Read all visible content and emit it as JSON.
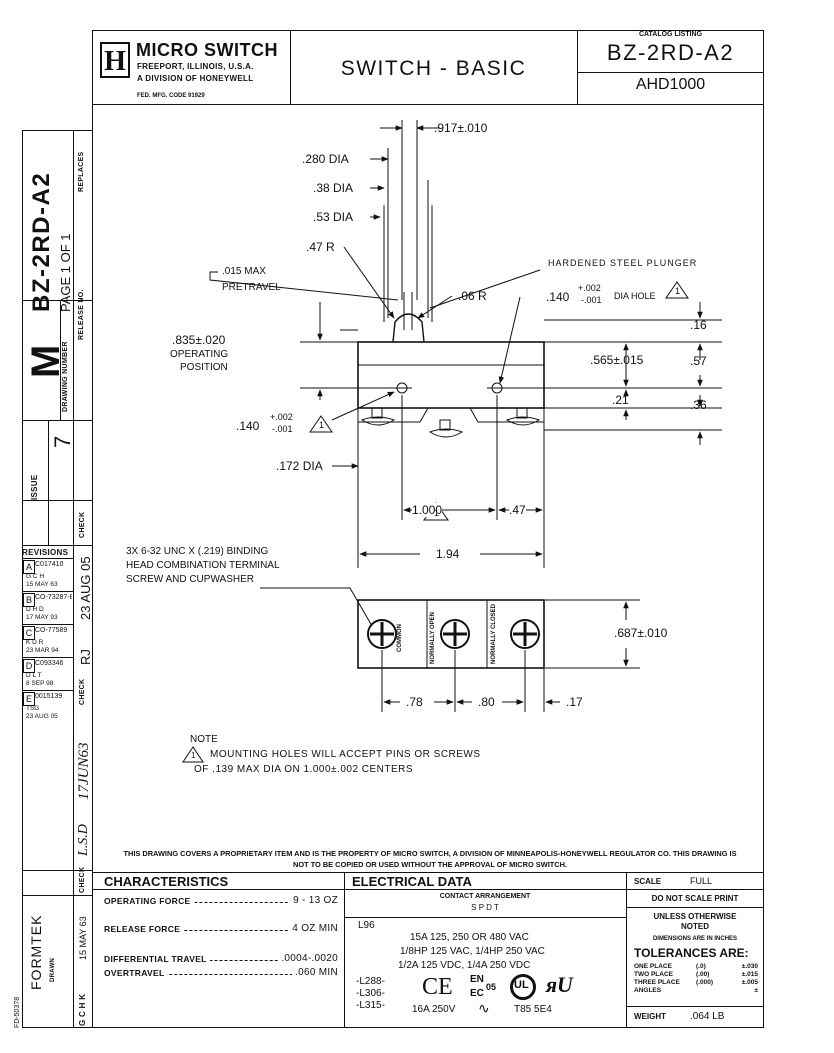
{
  "title_block": {
    "company": "MICRO SWITCH",
    "company_line1": "FREEPORT, ILLINOIS, U.S.A.",
    "company_line2": "A DIVISION OF HONEYWELL",
    "fed_code": "FED. MFG. CODE 91929",
    "logo_letter": "H",
    "product": "SWITCH - BASIC",
    "catalog_label": "CATALOG LISTING",
    "catalog_number": "BZ-2RD-A2",
    "part_number": "AHD1000"
  },
  "left_strip": {
    "drawing_id": "BZ-2RD-A2",
    "page": "PAGE 1 OF 1",
    "replaces": "REPLACES",
    "release_no": "RELEASE NO.",
    "drawing_number": "DRAWING NUMBER",
    "m_letter": "M",
    "issue": "ISSUE",
    "issue_num": "7",
    "check": "CHECK",
    "revisions": "REVISIONS",
    "date1": "23 AUG 05",
    "initials": "RJ",
    "date2": "17JUN63",
    "drawn_init": "L.S.D",
    "formtek": "FORMTEK",
    "form_no": "FD-50378",
    "drawn_label": "DRAWN",
    "check2": "CHECK",
    "drawn_date": "15 MAY 63",
    "gchk": "G C H K",
    "revs": [
      {
        "letter": "A",
        "code": "C017410",
        "note": "G C H\n15 MAY 63"
      },
      {
        "letter": "B",
        "code": "CO-73287-B",
        "note": "D H D\n17 MAY 93"
      },
      {
        "letter": "C",
        "code": "CO-77589",
        "note": "K D R\n23 MAR 94"
      },
      {
        "letter": "D",
        "code": "C093346",
        "note": "D L T\n8 SEP 98"
      },
      {
        "letter": "E",
        "code": "0015139",
        "note": "TSG\n23 AUG 05"
      }
    ]
  },
  "dims": {
    "d917": ".917±.010",
    "d280": ".280 DIA",
    "d38": ".38 DIA",
    "d53": ".53 DIA",
    "d47r": ".47 R",
    "plunger": "HARDENED STEEL PLUNGER",
    "pretravel1": ".015 MAX",
    "pretravel2": "PRETRAVEL",
    "d06r": ".06 R",
    "hole": ".140",
    "hole_tol_top": "+.002",
    "hole_tol_bot": "-.001",
    "hole_suffix": "DIA HOLE",
    "op1": ".835±.020",
    "op2": "OPERATING",
    "op3": "POSITION",
    "d16": ".16",
    "d565": ".565±.015",
    "d57": ".57",
    "d21": ".21",
    "d36": ".36",
    "d140b": ".140",
    "d140b_top": "+.002",
    "d140b_bot": "-.001",
    "d172": ".172 DIA",
    "d1000": "1.000",
    "d47": ".47",
    "screw1": "3X 6-32 UNC X (.219) BINDING",
    "screw2": "HEAD COMBINATION TERMINAL",
    "screw3": "SCREW AND CUPWASHER",
    "d194": "1.94",
    "d687": ".687±.010",
    "d78": ".78",
    "d80": ".80",
    "d17": ".17",
    "common": "COMMON",
    "nopen": "NORMALLY OPEN",
    "nclosed": "NORMALLY CLOSED",
    "note_title": "NOTE",
    "note1": "MOUNTING HOLES WILL ACCEPT PINS OR SCREWS",
    "note2": "OF .139 MAX DIA ON 1.000±.002 CENTERS",
    "triangle_num": "1"
  },
  "proprietary": "THIS DRAWING COVERS A PROPRIETARY ITEM AND IS THE PROPERTY OF MICRO SWITCH, A DIVISION OF MINNEAPOLIS-HONEYWELL REGULATOR CO. THIS DRAWING IS NOT TO BE COPIED OR USED WITHOUT THE APPROVAL OF MICRO SWITCH.",
  "characteristics": {
    "title": "CHARACTERISTICS",
    "rows": [
      {
        "label": "OPERATING FORCE",
        "value": "9 - 13 OZ"
      },
      {
        "label": "RELEASE FORCE",
        "value": "4 OZ MIN"
      },
      {
        "label": "DIFFERENTIAL TRAVEL",
        "value": ".0004-.0020"
      },
      {
        "label": "OVERTRAVEL",
        "value": ".060 MIN"
      }
    ]
  },
  "electrical": {
    "title": "ELECTRICAL DATA",
    "contact_label": "CONTACT ARRANGEMENT",
    "contact_value": "S P D T",
    "l96": "L96",
    "line1": "15A 125, 250 OR 480 VAC",
    "line2": "1/8HP 125 VAC, 1/4HP 250 VAC",
    "line3": "1/2A 125 VDC, 1/4A 250 VDC",
    "l288": "-L288-",
    "l306": "-L306-",
    "l315": "-L315-",
    "ce": "CE",
    "en": "EN",
    "en_sub": "05",
    "ec": "EC",
    "line4": "16A 250V",
    "t85": "T85 5E4",
    "ul": "UL"
  },
  "scale_block": {
    "scale_label": "SCALE",
    "scale_value": "FULL",
    "dont_scale": "DO NOT SCALE PRINT",
    "unless1": "UNLESS OTHERWISE",
    "unless2": "NOTED",
    "inches": "DIMENSIONS ARE IN INCHES",
    "tol_title": "TOLERANCES ARE:",
    "tols": [
      {
        "label": "ONE PLACE",
        "fmt": "(.0)",
        "val": "±.030"
      },
      {
        "label": "TWO PLACE",
        "fmt": "(.00)",
        "val": "±.015"
      },
      {
        "label": "THREE PLACE",
        "fmt": "(.000)",
        "val": "±.005"
      },
      {
        "label": "ANGLES",
        "fmt": "",
        "val": "±"
      }
    ],
    "weight_label": "WEIGHT",
    "weight_value": ".064 LB"
  }
}
